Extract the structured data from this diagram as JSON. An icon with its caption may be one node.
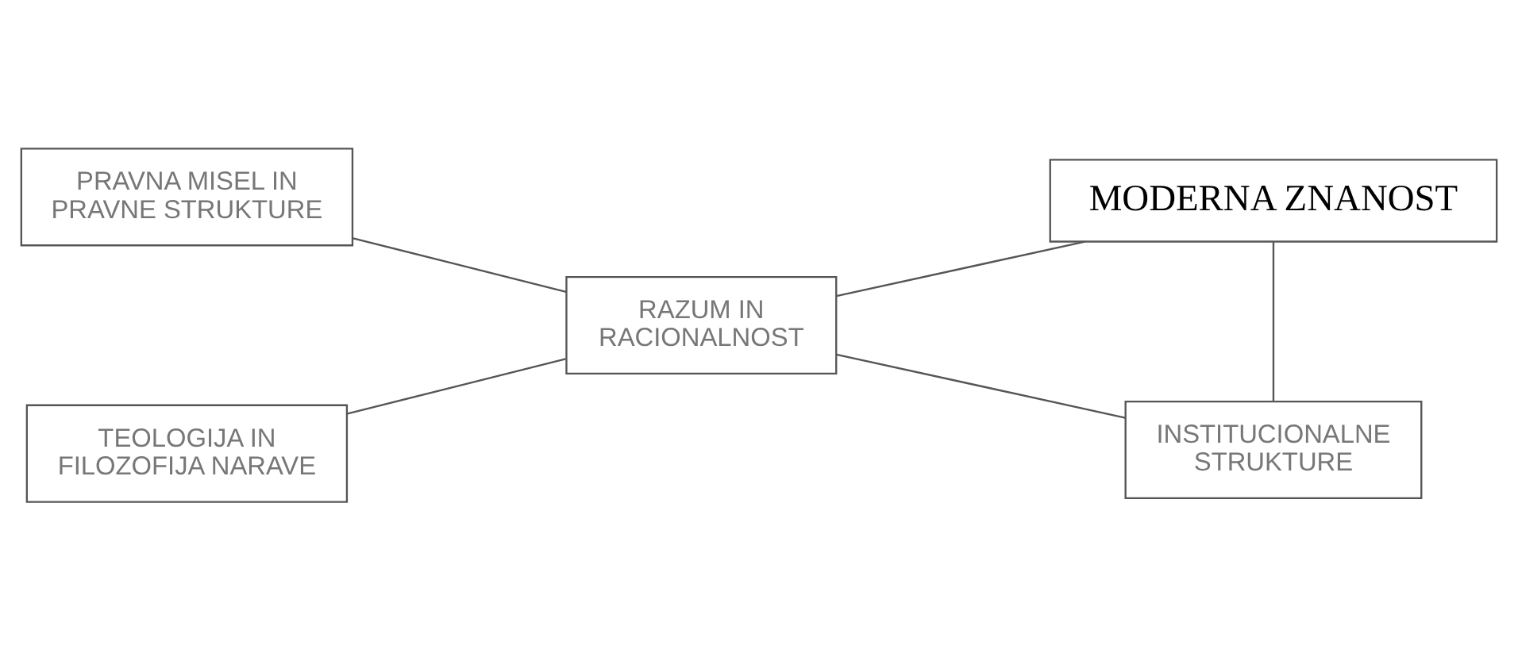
{
  "diagram": {
    "nodes": [
      {
        "text": [
          "PRAVNA MISEL IN PRAVNE STRUKTURE"
        ]
      },
      {
        "text": [
          "MODERNA ZNANOST"
        ]
      },
      {
        "text": [
          "RAZUM IN RACIONALNOST"
        ]
      },
      {
        "text": [
          "TEOLOGIJA IN FILOZOFIJA NARAVE"
        ]
      },
      {
        "text": [
          "INSTITUCIONALNE STRUKTURE"
        ]
      }
    ],
    "edges": [
      {
        "from": 0,
        "to": 2,
        "arrow": "none"
      },
      {
        "from": 2,
        "to": 1,
        "arrow": "none"
      },
      {
        "from": 1,
        "to": 4,
        "arrow": "none"
      },
      {
        "from": 3,
        "to": 2,
        "arrow": "none"
      },
      {
        "from": 2,
        "to": 4,
        "arrow": "none"
      }
    ]
  }
}
